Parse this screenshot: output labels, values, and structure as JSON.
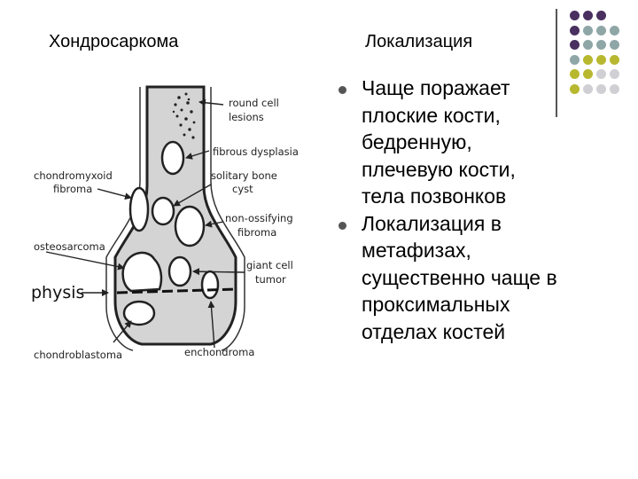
{
  "title_left": "Хондросаркома",
  "title_right": "Локализация",
  "bullets": [
    "Чаще поражает плоские кости, бедренную, плечевую кости, тела позвонков",
    "Локализация в метафизах, существенно чаще в проксимальных отделах костей"
  ],
  "bullet_lines": [
    [
      "Чаще поражает",
      "плоские кости,",
      "бедренную,",
      "плечевую кости,",
      "тела позвонков"
    ],
    [
      "Локализация в",
      "метафизах,",
      "существенно чаще в",
      "проксимальных",
      "отделах костей"
    ]
  ],
  "diagram": {
    "labels": {
      "round_cell": [
        "round cell",
        "lesions"
      ],
      "fibrous_dysplasia": [
        "fibrous dysplasia"
      ],
      "chondromyxoid": [
        "chondromyxoid",
        "fibroma"
      ],
      "solitary_cyst": [
        "solitary bone",
        "cyst"
      ],
      "non_ossifying": [
        "non-ossifying",
        "fibroma"
      ],
      "osteosarcoma": [
        "osteosarcoma"
      ],
      "giant_cell": [
        "giant cell",
        "tumor"
      ],
      "physis": [
        "physis"
      ],
      "chondroblastoma": [
        "chondroblastoma"
      ],
      "enchondroma": [
        "enchondroma"
      ]
    }
  },
  "colors": {
    "purple": "#4a3060",
    "teal": "#8fa6a6",
    "olive": "#b8b830",
    "grey": "#d0d0d4",
    "bone_fill": "#d4d4d4"
  }
}
